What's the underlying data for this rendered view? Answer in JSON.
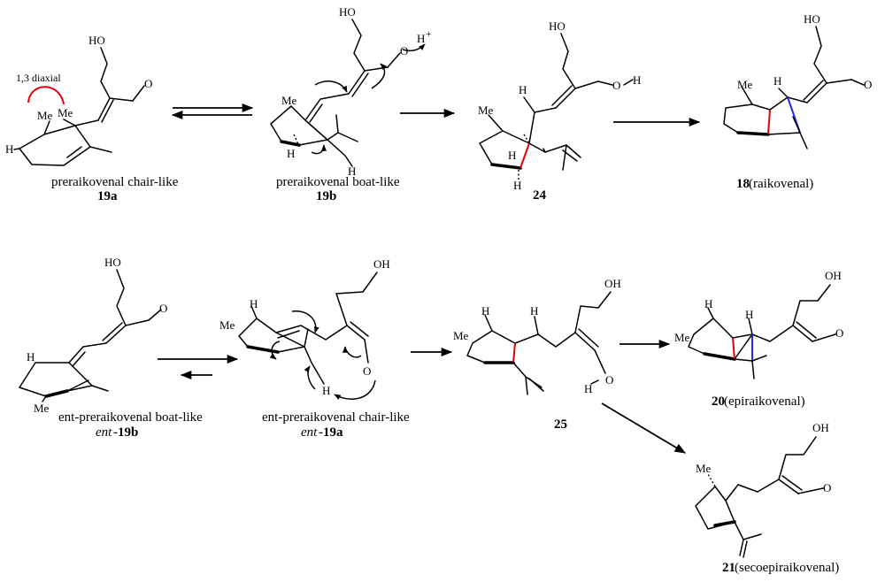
{
  "colors": {
    "new_bond_red": "#e3000f",
    "new_bond_blue": "#1a2fd6",
    "ink": "#000000"
  },
  "annotations": {
    "diaxial": "1,3 diaxial"
  },
  "atoms": {
    "OH": "OH",
    "HO": "HO",
    "O": "O",
    "H": "H",
    "Me": "Me",
    "H_plus": "H",
    "plus": "+"
  },
  "compounds": {
    "c19a": {
      "caption": "preraikovenal  chair-like",
      "number": "19a"
    },
    "c19b": {
      "caption": "preraikovenal  boat-like",
      "number": "19b"
    },
    "c24": {
      "number": "24"
    },
    "c18": {
      "number": "18",
      "name": " (raikovenal)"
    },
    "ent19b": {
      "caption": "ent-preraikovenal  boat-like",
      "prefix": "ent",
      "number": "-19b"
    },
    "ent19a": {
      "caption": "ent-preraikovenal  chair-like",
      "prefix": "ent",
      "number": "-19a"
    },
    "c25": {
      "number": "25"
    },
    "c20": {
      "number": "20",
      "name": " (epiraikovenal)"
    },
    "c21": {
      "number": "21",
      "name": " (secoepiraikovenal)"
    }
  }
}
